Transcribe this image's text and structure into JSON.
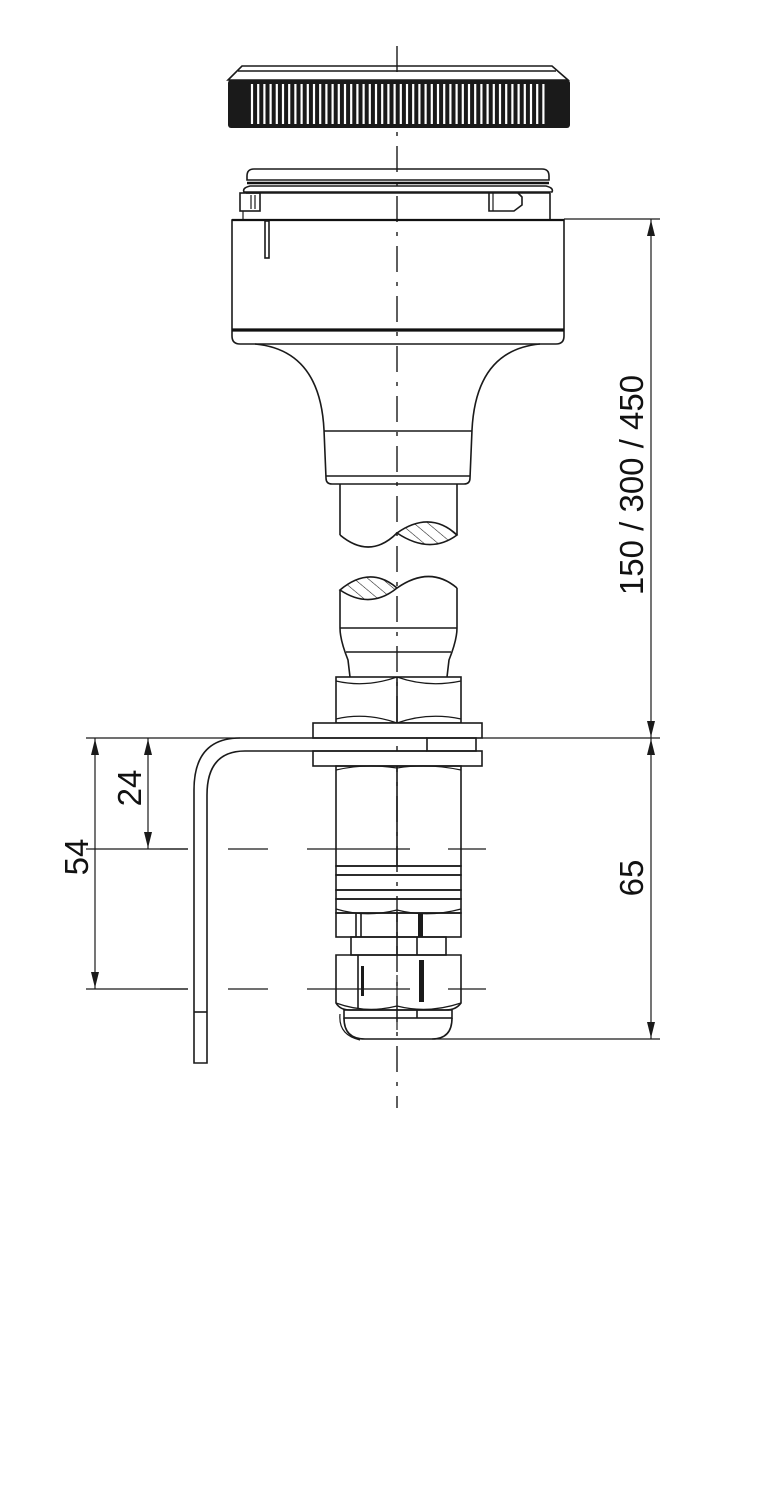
{
  "drawing": {
    "type": "technical-dimension-drawing",
    "subject": "knob / stem assembly with mounting bracket and cable gland",
    "colors": {
      "line": "#1a1a1a",
      "background": "#ffffff"
    }
  },
  "dimensions": {
    "stem_length": {
      "label": "150 / 300 / 450",
      "orientation": "vertical",
      "side": "right"
    },
    "lower_length": {
      "label": "65",
      "orientation": "vertical",
      "side": "right"
    },
    "bracket_hole_1": {
      "label": "24",
      "orientation": "vertical",
      "side": "left"
    },
    "bracket_hole_2": {
      "label": "54",
      "orientation": "vertical",
      "side": "left"
    }
  },
  "parts": [
    {
      "name": "knurled-cap"
    },
    {
      "name": "housing-ring"
    },
    {
      "name": "housing-body"
    },
    {
      "name": "flared-neck"
    },
    {
      "name": "shaft-broken-view"
    },
    {
      "name": "hex-nut-upper"
    },
    {
      "name": "washers"
    },
    {
      "name": "mounting-bracket"
    },
    {
      "name": "threaded-body"
    },
    {
      "name": "cable-gland"
    }
  ]
}
